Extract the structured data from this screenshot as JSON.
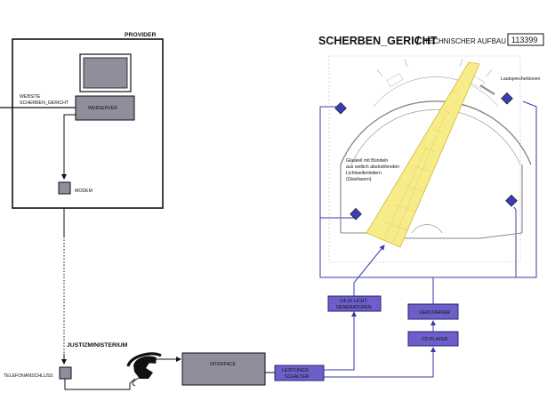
{
  "header": {
    "title": "SCHERBEN_GERICHT",
    "separator": "/",
    "subtitle": "TECHNISCHER AUFBAU",
    "id_number": "113399"
  },
  "provider": {
    "title": "PROVIDER",
    "website_line1": "WEBSITE",
    "website_line2": "SCHERBEN_GERICHT",
    "webserver": "WEBSERVER",
    "modem": "MODEM"
  },
  "ministry": {
    "title": "JUSTIZMINISTERIUM",
    "telefonanschluss": "TELEFONANSCHLUSS",
    "interface": "INTERFACE",
    "leistungsschalter_line1": "LEISTUNGS-",
    "leistungsschalter_line2": "SCHALTER",
    "lichtgeneratoren_line1": "CA 10 LICHT-",
    "lichtgeneratoren_line2": "GENERATOREN",
    "verstaerker": "VERSTÄRKER",
    "cd_player": "CD-PLAYER"
  },
  "floorplan": {
    "lautsprecherboxen": "Lautsprecherboxen",
    "glaskeil_line1": "Glaskeil mit Bündeln",
    "glaskeil_line2": "aus seitlich abstrahlenden",
    "glaskeil_line3": "Lichtwellenleitern",
    "glaskeil_line4": "(Glasfasern)"
  },
  "colors": {
    "device_gray": "#8e8e9c",
    "device_blue": "#6c5fc9",
    "wire_blue": "#3a3aa8",
    "glass_wedge": "#f7ec8a"
  },
  "icons": {
    "telephone": "telephone-icon",
    "monitor": "monitor-icon",
    "speaker": "speaker-icon"
  }
}
